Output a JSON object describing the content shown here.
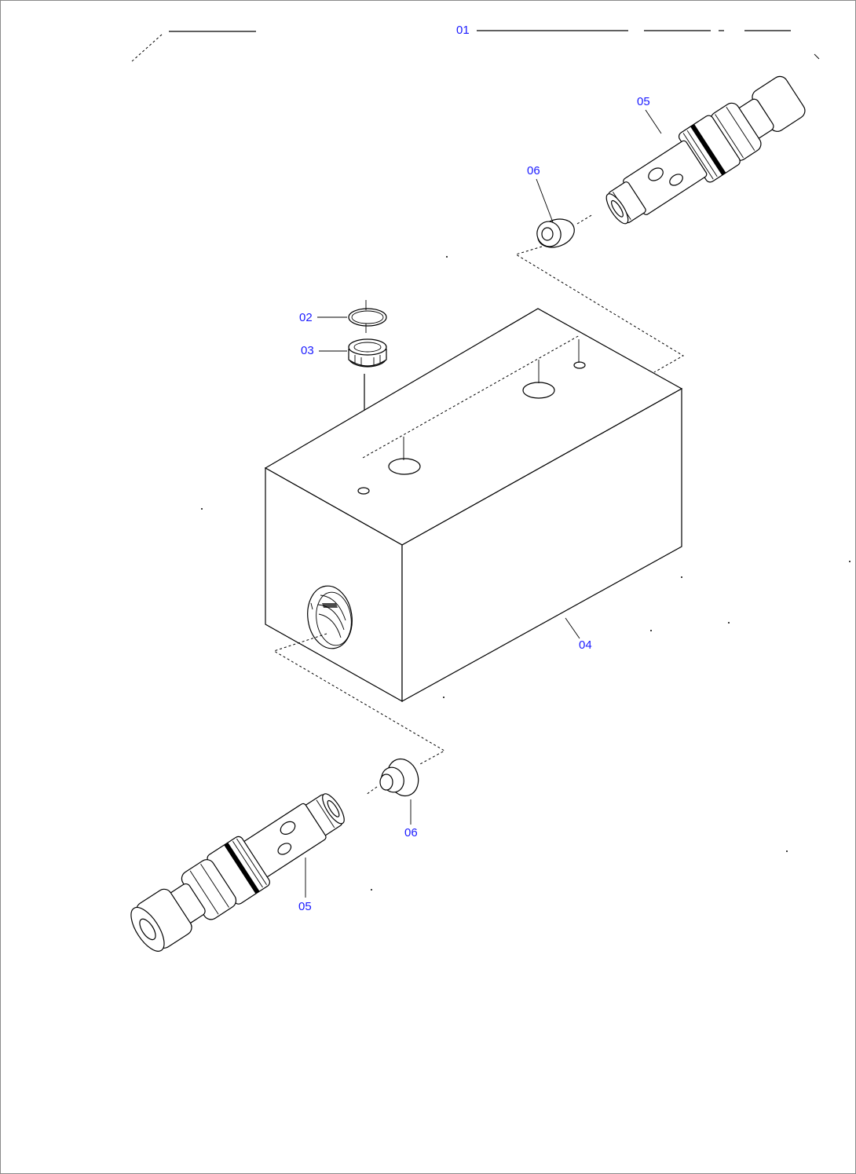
{
  "diagram": {
    "callouts": [
      {
        "id": "01",
        "label": "01"
      },
      {
        "id": "05a",
        "label": "05"
      },
      {
        "id": "06a",
        "label": "06"
      },
      {
        "id": "02",
        "label": "02"
      },
      {
        "id": "03",
        "label": "03"
      },
      {
        "id": "04",
        "label": "04"
      },
      {
        "id": "06b",
        "label": "06"
      },
      {
        "id": "05b",
        "label": "05"
      }
    ]
  }
}
